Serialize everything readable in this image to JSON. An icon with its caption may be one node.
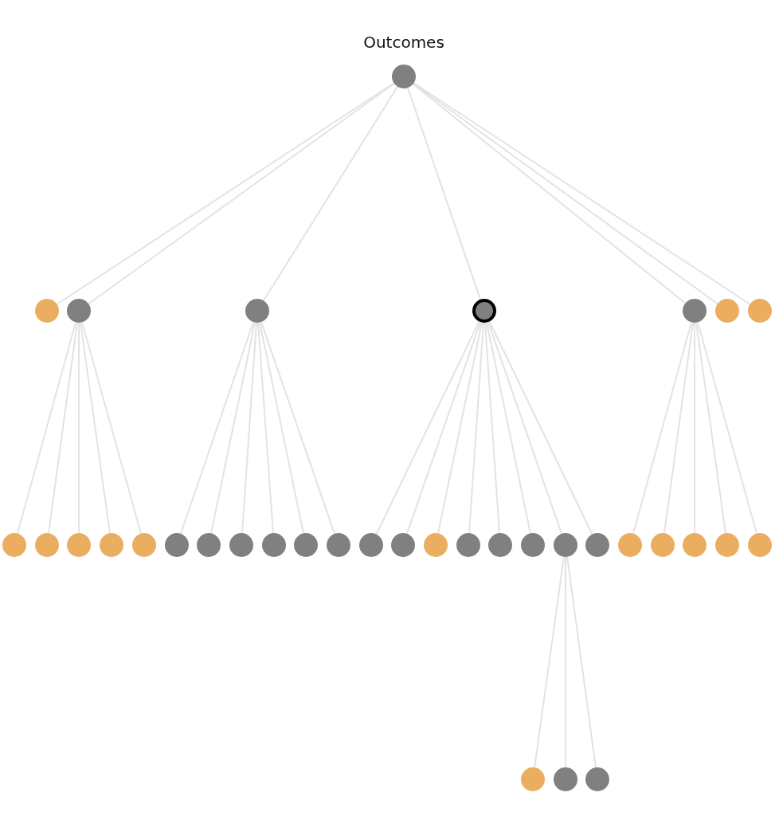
{
  "diagram": {
    "nodes": [
      {
        "text": [
          "Outcomes"
        ]
      },
      {
        "text": [],
        "shape": "circle"
      },
      {
        "text": [],
        "shape": "circle"
      },
      {
        "text": [],
        "shape": "circle"
      },
      {
        "text": [],
        "shape": "circle"
      },
      {
        "text": [],
        "shape": "circle"
      },
      {
        "text": [],
        "shape": "circle"
      },
      {
        "text": [],
        "shape": "circle"
      },
      {
        "text": [],
        "shape": "circle"
      },
      {
        "text": [],
        "shape": "circle"
      },
      {
        "text": [],
        "shape": "circle"
      },
      {
        "text": [],
        "shape": "circle"
      },
      {
        "text": [],
        "shape": "circle"
      },
      {
        "text": [],
        "shape": "circle"
      },
      {
        "text": [],
        "shape": "circle"
      },
      {
        "text": [],
        "shape": "circle"
      },
      {
        "text": [],
        "shape": "circle"
      },
      {
        "text": [],
        "shape": "circle"
      },
      {
        "text": [],
        "shape": "circle"
      },
      {
        "text": [],
        "shape": "circle"
      },
      {
        "text": [],
        "shape": "circle"
      },
      {
        "text": [],
        "shape": "circle"
      },
      {
        "text": [],
        "shape": "circle"
      },
      {
        "text": [],
        "shape": "circle"
      },
      {
        "text": [],
        "shape": "circle"
      },
      {
        "text": [],
        "shape": "circle"
      },
      {
        "text": [],
        "shape": "circle"
      },
      {
        "text": [],
        "shape": "circle"
      },
      {
        "text": [],
        "shape": "circle"
      },
      {
        "text": [],
        "shape": "circle"
      },
      {
        "text": [],
        "shape": "circle"
      },
      {
        "text": [],
        "shape": "circle"
      },
      {
        "text": [],
        "shape": "circle"
      },
      {
        "text": [],
        "shape": "circle"
      },
      {
        "text": [],
        "shape": "circle"
      }
    ],
    "edges": [
      {
        "from": 0,
        "to": 1,
        "arrow": "none"
      },
      {
        "from": 0,
        "to": 2,
        "arrow": "none"
      },
      {
        "from": 0,
        "to": 3,
        "arrow": "none"
      },
      {
        "from": 0,
        "to": 4,
        "arrow": "none"
      },
      {
        "from": 0,
        "to": 5,
        "arrow": "none"
      },
      {
        "from": 0,
        "to": 6,
        "arrow": "none"
      },
      {
        "from": 0,
        "to": 7,
        "arrow": "none"
      },
      {
        "from": 2,
        "to": 8,
        "arrow": "none"
      },
      {
        "from": 2,
        "to": 9,
        "arrow": "none"
      },
      {
        "from": 2,
        "to": 10,
        "arrow": "none"
      },
      {
        "from": 2,
        "to": 11,
        "arrow": "none"
      },
      {
        "from": 2,
        "to": 12,
        "arrow": "none"
      },
      {
        "from": 3,
        "to": 13,
        "arrow": "none"
      },
      {
        "from": 3,
        "to": 14,
        "arrow": "none"
      },
      {
        "from": 3,
        "to": 15,
        "arrow": "none"
      },
      {
        "from": 3,
        "to": 16,
        "arrow": "none"
      },
      {
        "from": 3,
        "to": 17,
        "arrow": "none"
      },
      {
        "from": 3,
        "to": 18,
        "arrow": "none"
      },
      {
        "from": 4,
        "to": 19,
        "arrow": "none"
      },
      {
        "from": 4,
        "to": 20,
        "arrow": "none"
      },
      {
        "from": 4,
        "to": 21,
        "arrow": "none"
      },
      {
        "from": 4,
        "to": 22,
        "arrow": "none"
      },
      {
        "from": 4,
        "to": 23,
        "arrow": "none"
      },
      {
        "from": 4,
        "to": 24,
        "arrow": "none"
      },
      {
        "from": 4,
        "to": 25,
        "arrow": "none"
      },
      {
        "from": 4,
        "to": 26,
        "arrow": "none"
      },
      {
        "from": 5,
        "to": 27,
        "arrow": "none"
      },
      {
        "from": 5,
        "to": 28,
        "arrow": "none"
      },
      {
        "from": 5,
        "to": 29,
        "arrow": "none"
      },
      {
        "from": 5,
        "to": 30,
        "arrow": "none"
      },
      {
        "from": 5,
        "to": 31,
        "arrow": "none"
      },
      {
        "from": 25,
        "to": 32,
        "arrow": "none"
      },
      {
        "from": 25,
        "to": 33,
        "arrow": "none"
      },
      {
        "from": 25,
        "to": 34,
        "arrow": "none"
      }
    ]
  }
}
